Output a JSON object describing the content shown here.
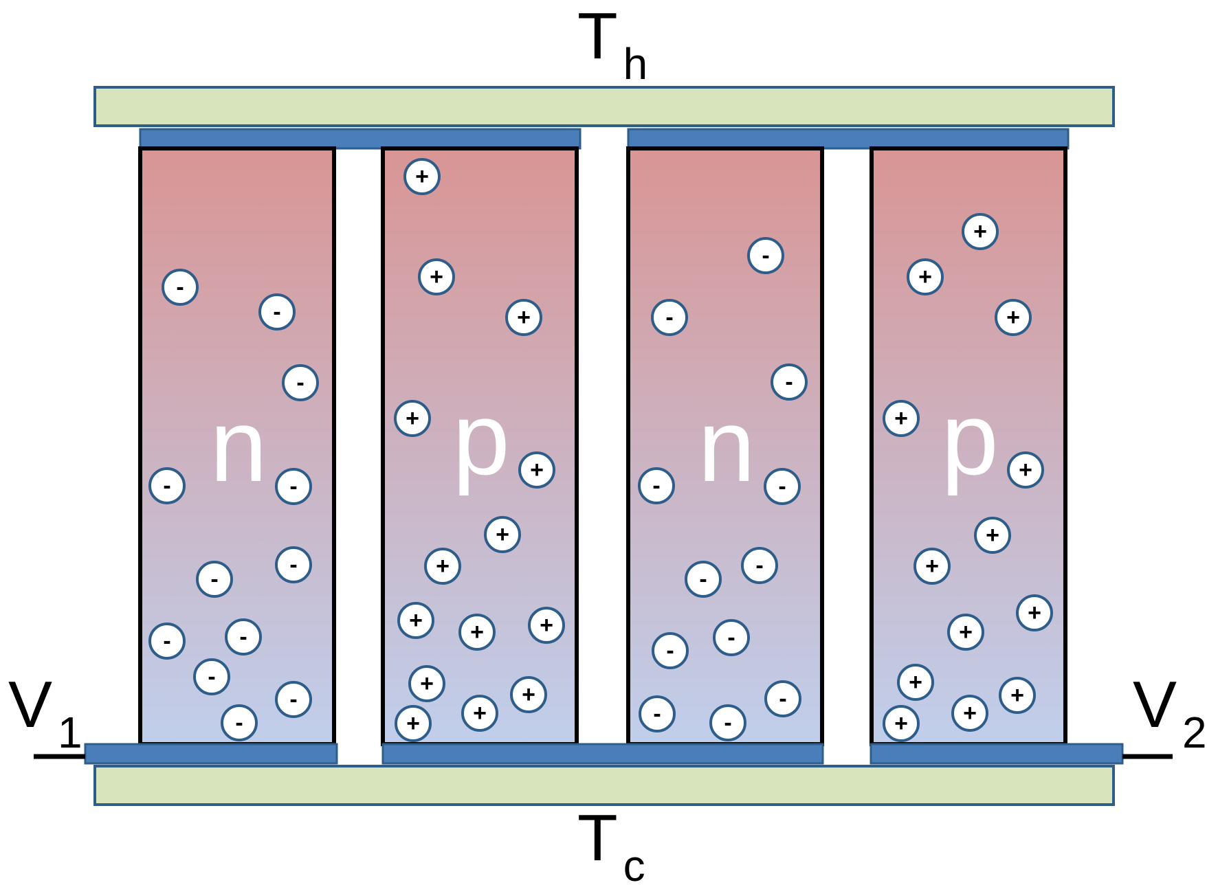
{
  "temperatures": {
    "hot": {
      "symbol": "T",
      "subscript": "h"
    },
    "cold": {
      "symbol": "T",
      "subscript": "c"
    }
  },
  "voltages": {
    "left": {
      "symbol": "V",
      "subscript": "1"
    },
    "right": {
      "symbol": "V",
      "subscript": "2"
    }
  },
  "legs": [
    {
      "label": "n",
      "carrier_sign": "-"
    },
    {
      "label": "p",
      "carrier_sign": "+"
    },
    {
      "label": "n",
      "carrier_sign": "-"
    },
    {
      "label": "p",
      "carrier_sign": "+"
    }
  ],
  "colors": {
    "plate_fill": "#d8e4bc",
    "plate_stroke": "#2e5d8a",
    "electrode": "#4a7ebb",
    "leg_top": "#d99594",
    "leg_bottom": "#c0cfec",
    "outline": "#000000"
  }
}
